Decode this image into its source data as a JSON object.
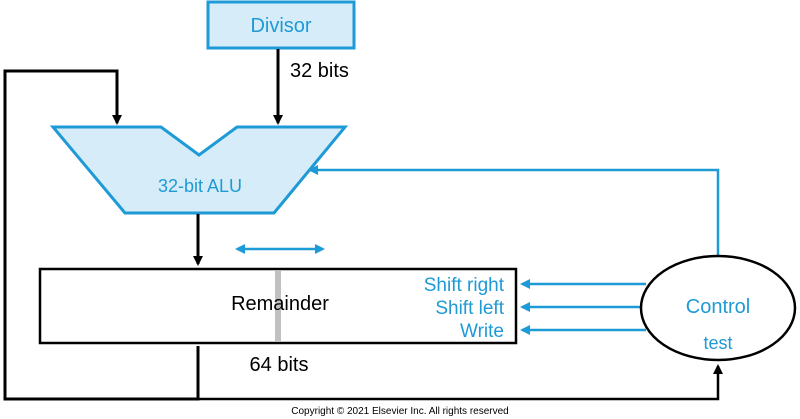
{
  "divisor": {
    "label": "Divisor",
    "width_label": "32 bits"
  },
  "alu": {
    "label": "32-bit ALU"
  },
  "remainder": {
    "label": "Remainder",
    "width_label": "64 bits"
  },
  "control": {
    "label": "Control",
    "input_label": "test",
    "signals": [
      "Shift right",
      "Shift left",
      "Write"
    ]
  },
  "copyright": "Copyright © 2021 Elsevier Inc. All rights reserved",
  "colors": {
    "accent": "#1e9ad6",
    "fill": "#d6ecf8",
    "line": "#000000",
    "divider": "#c0c0c0"
  }
}
